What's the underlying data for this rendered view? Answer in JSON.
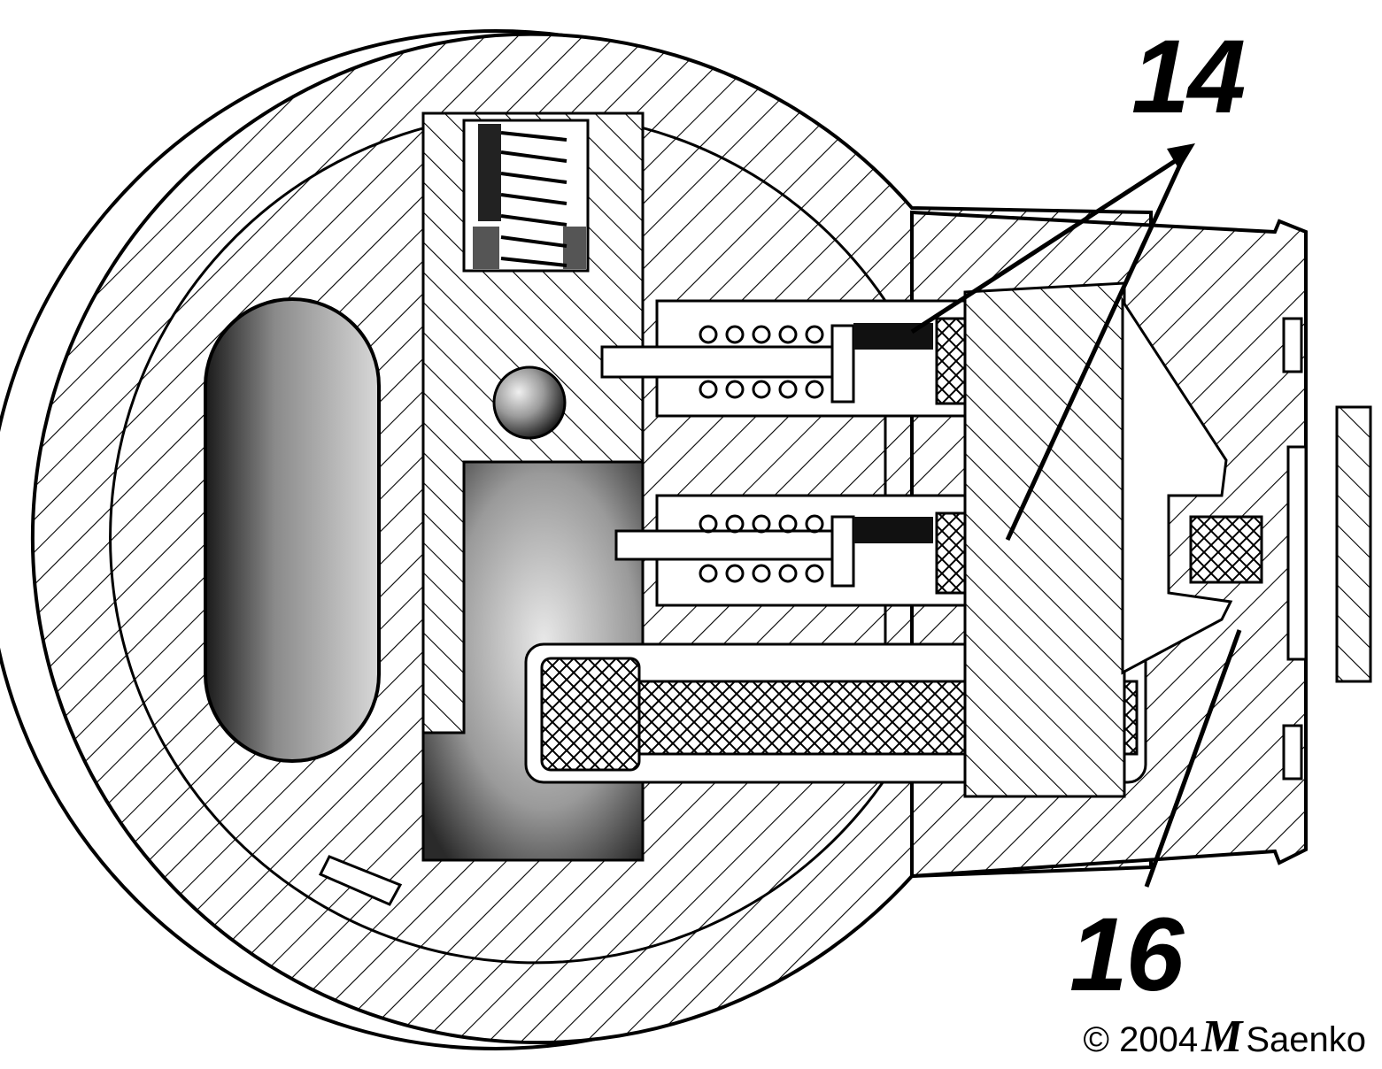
{
  "callouts": {
    "label_14": "14",
    "label_16": "16"
  },
  "credit": {
    "symbol": "©",
    "year": "2004",
    "mark": "M",
    "name": "Saenko"
  },
  "colors": {
    "ink": "#000000",
    "paper": "#ffffff",
    "shade": "#4a4a4a"
  }
}
